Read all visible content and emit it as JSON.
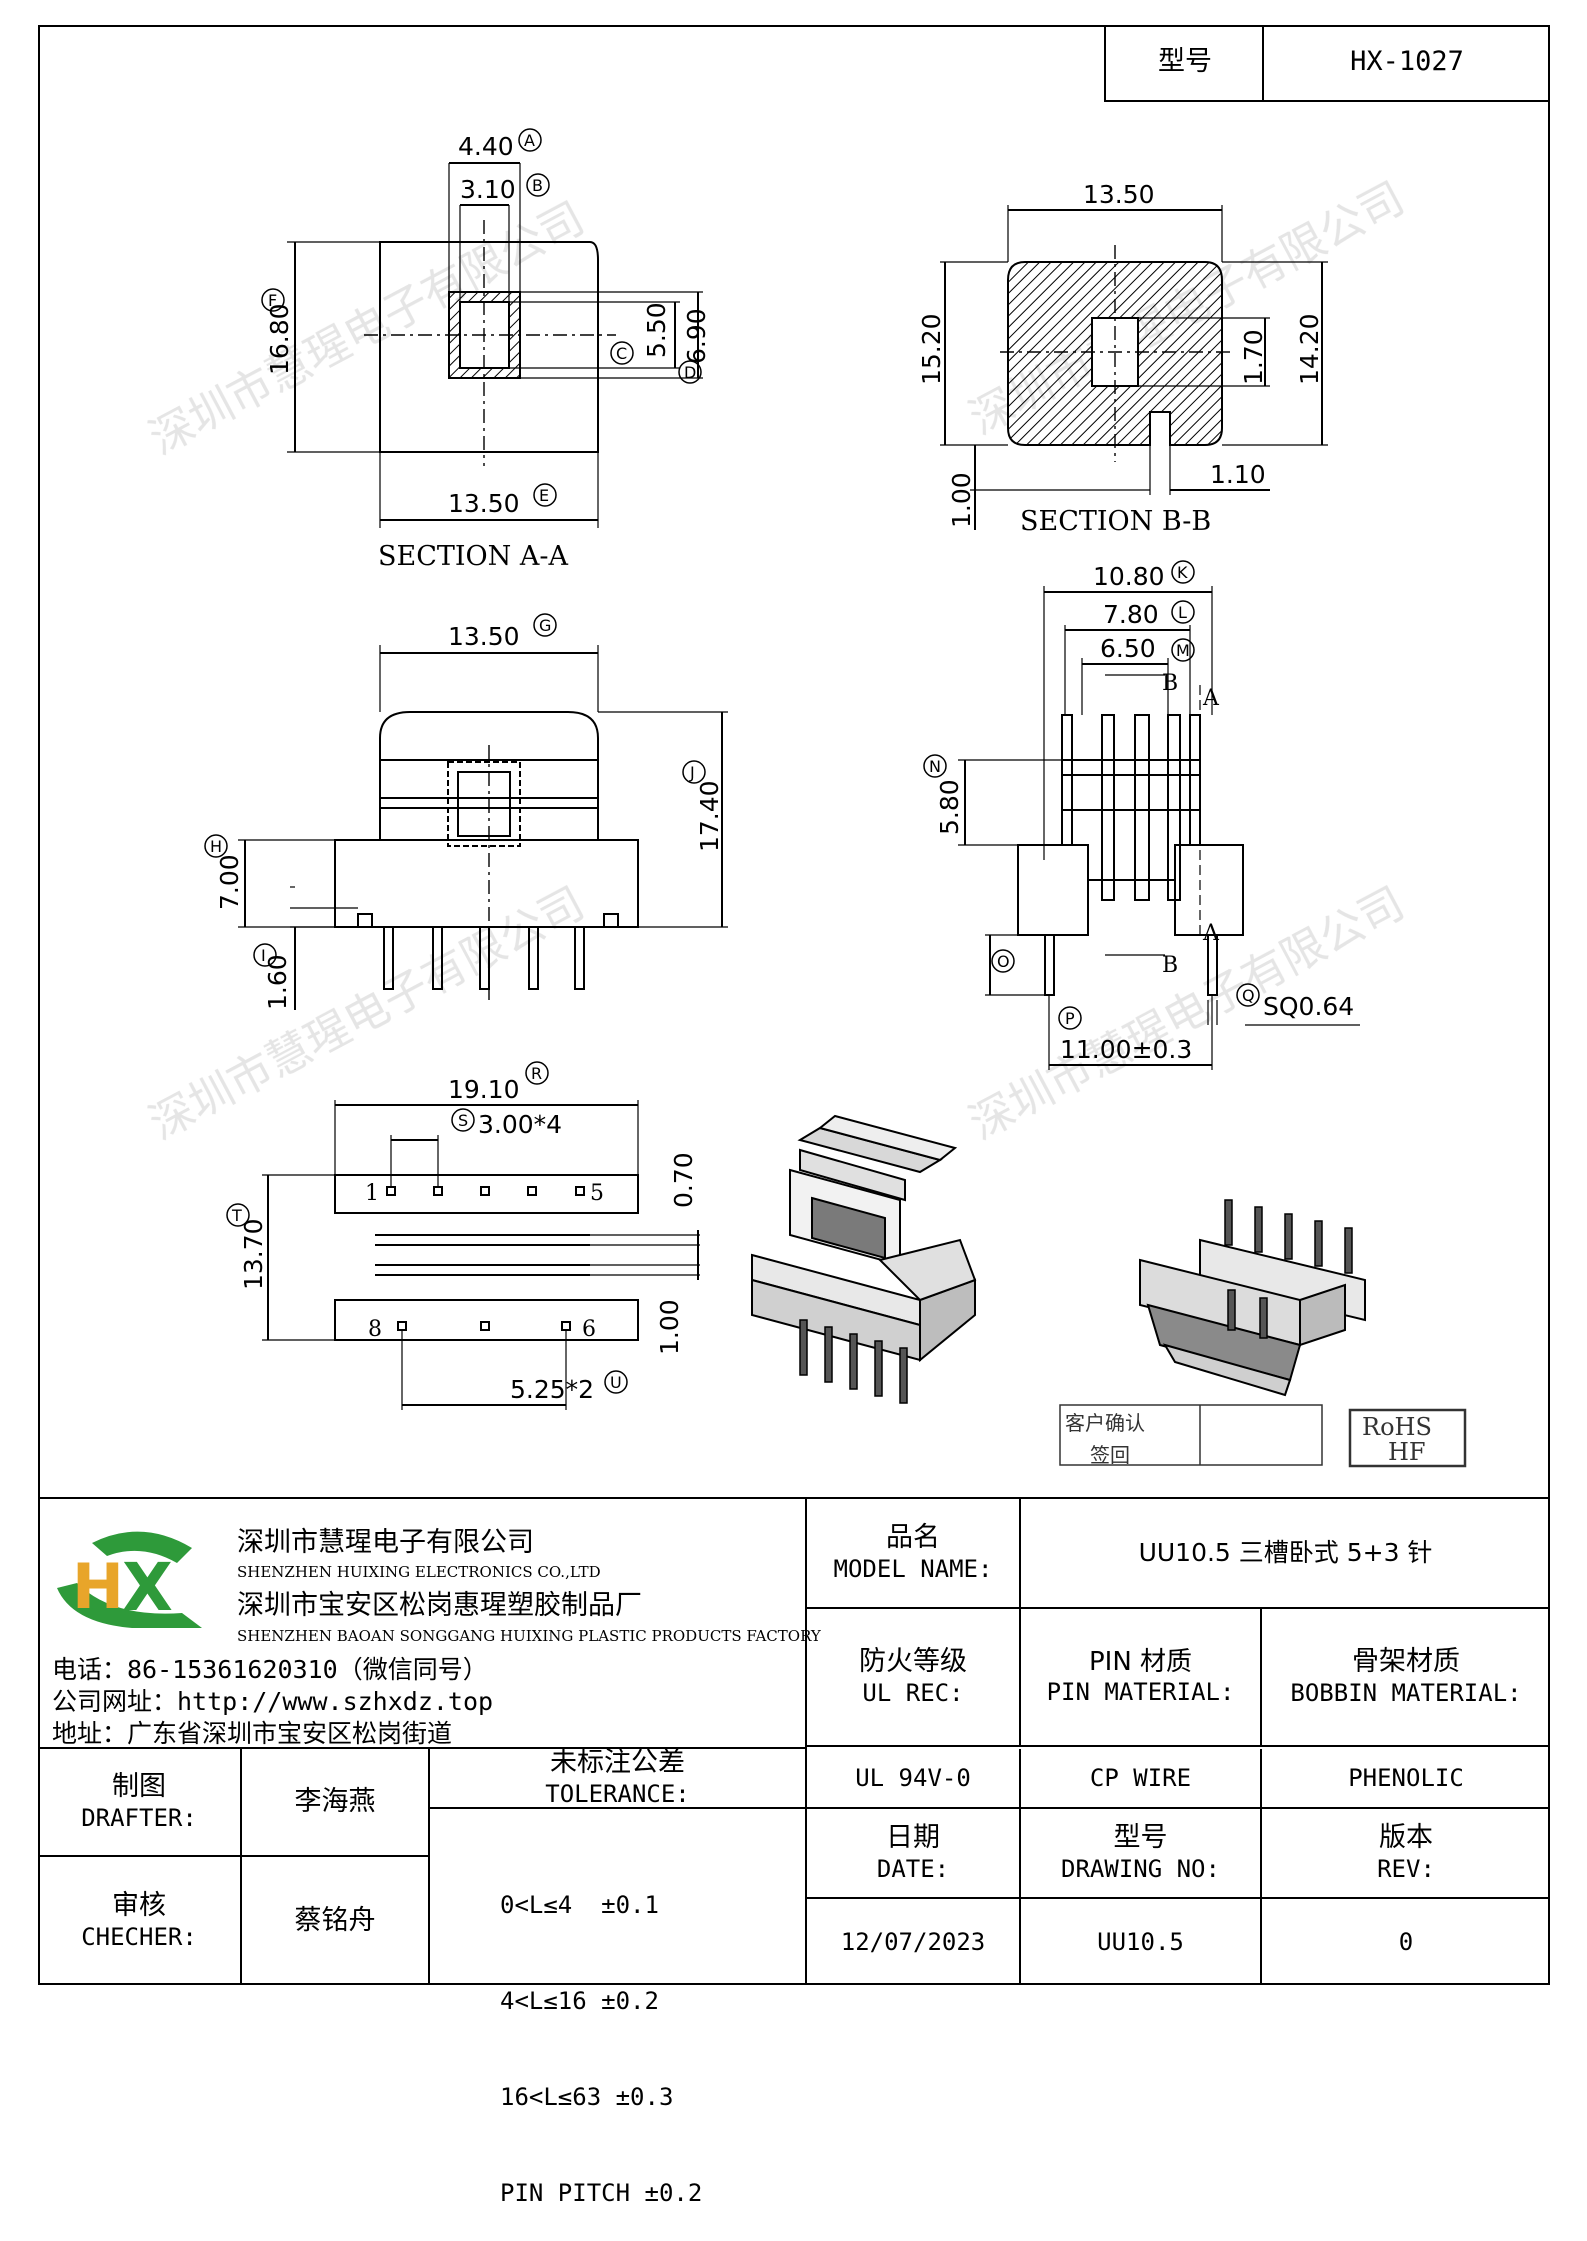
{
  "header": {
    "model_label": "型号",
    "model_value": "HX-1027"
  },
  "drawing": {
    "section_aa": {
      "title": "SECTION A-A",
      "dims": {
        "a": "4.40",
        "b": "3.10",
        "c": "5.50",
        "d": "6.90",
        "e": "13.50",
        "f": "16.80"
      },
      "markers": {
        "a": "A",
        "b": "B",
        "c": "C",
        "d": "D",
        "e": "E",
        "f": "F"
      }
    },
    "section_bb": {
      "title": "SECTION B-B",
      "dims": {
        "w": "13.50",
        "h1": "15.20",
        "h2": "14.20",
        "h3": "1.70",
        "w2": "1.10",
        "w3": "1.00"
      }
    },
    "front": {
      "dims": {
        "g": "13.50",
        "h": "7.00",
        "i": "1.60",
        "j": "17.40"
      },
      "markers": {
        "g": "G",
        "h": "H",
        "i": "I",
        "j": "J"
      }
    },
    "side": {
      "dims": {
        "k": "10.80",
        "l": "7.80",
        "m": "6.50",
        "n": "5.80",
        "p": "11.00±0.3",
        "q": "SQ0.64"
      },
      "markers": {
        "k": "K",
        "l": "L",
        "m": "M",
        "n": "N",
        "o": "O",
        "p": "P",
        "q": "Q"
      },
      "section_marks": {
        "a": "A",
        "b": "B"
      }
    },
    "bottom": {
      "dims": {
        "r": "19.10",
        "s": "3.00*4",
        "t": "13.70",
        "u": "5.25*2",
        "v": "0.70",
        "w": "1.00"
      },
      "markers": {
        "r": "R",
        "s": "S",
        "t": "T",
        "u": "U"
      },
      "pins": {
        "p1": "1",
        "p5": "5",
        "p8": "8",
        "p6": "6"
      }
    },
    "stamp": {
      "confirm_1": "客户确认",
      "confirm_2": "签回",
      "rohs": "RoHS",
      "hf": "HF"
    },
    "watermark": "深圳市慧瑆电子有限公司"
  },
  "company": {
    "logo_text": "HX",
    "name_cn": "深圳市慧瑆电子有限公司",
    "name_en": "SHENZHEN HUIXING ELECTRONICS CO.,LTD",
    "factory_cn": "深圳市宝安区松岗惠瑆塑胶制品厂",
    "factory_en": "SHENZHEN BAOAN SONGGANG HUIXING PLASTIC PRODUCTS FACTORY",
    "phone": "电话：86-15361620310（微信同号）",
    "website": "公司网址：http://www.szhxdz.top",
    "address": "地址：广东省深圳市宝安区松岗街道"
  },
  "titleblock": {
    "model_name_cn": "品名",
    "model_name_en": "MODEL NAME:",
    "model_name_value": "UU10.5 三槽卧式 5+3 针",
    "fire_cn": "防火等级",
    "fire_en": "UL REC:",
    "pin_cn": "PIN 材质",
    "pin_en": "PIN MATERIAL:",
    "bobbin_cn": "骨架材质",
    "bobbin_en": "BOBBIN MATERIAL:",
    "fire_value": "UL 94V-0",
    "pin_value": "CP WIRE",
    "bobbin_value": "PHENOLIC",
    "date_cn": "日期",
    "date_en": "DATE:",
    "drawing_no_cn": "型号",
    "drawing_no_en": "DRAWING NO:",
    "rev_cn": "版本",
    "rev_en": "REV:",
    "date_value": "12/07/2023",
    "drawing_no_value": "UU10.5",
    "rev_value": "0",
    "drafter_cn": "制图",
    "drafter_en": "DRAFTER:",
    "drafter_value": "李海燕",
    "checker_cn": "审核",
    "checker_en": "CHECHER:",
    "checker_value": "蔡铭舟",
    "tolerance_cn": "未标注公差",
    "tolerance_en": "TOLERANCE:",
    "tolerances": [
      "0<L≤4  ±0.1",
      "4<L≤16 ±0.2",
      "16<L≤63 ±0.3",
      "PIN PITCH ±0.2"
    ]
  }
}
